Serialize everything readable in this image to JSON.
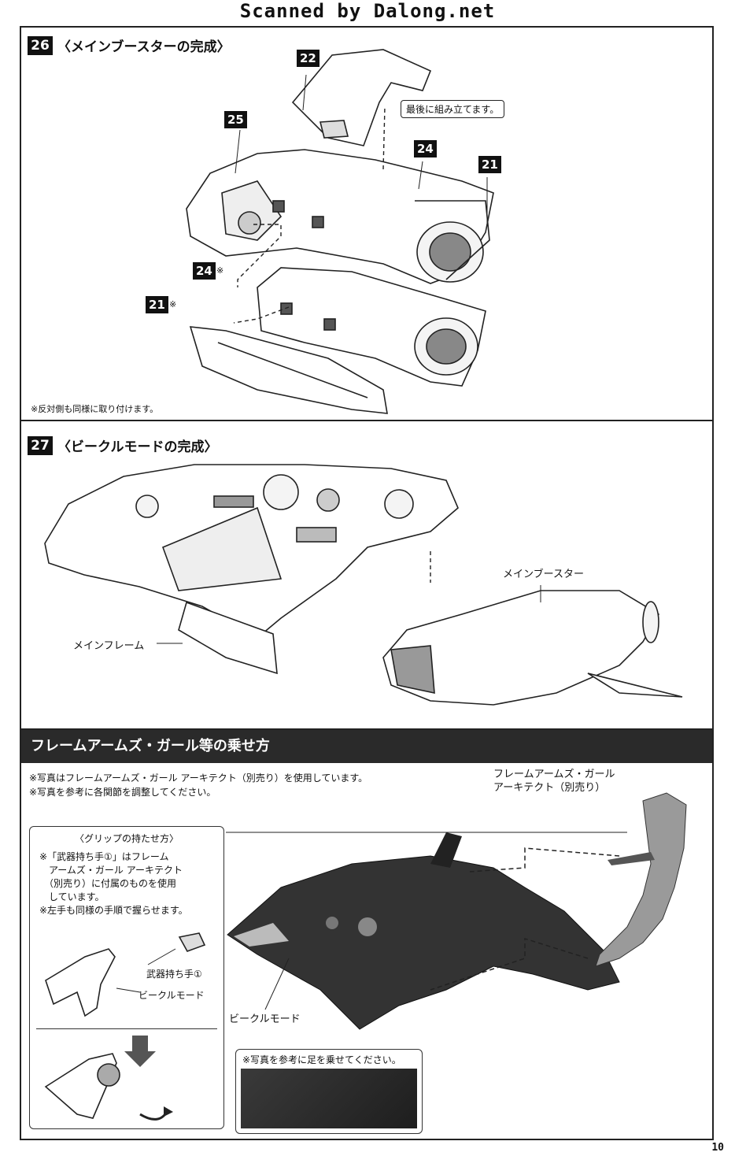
{
  "watermark": "Scanned by Dalong.net",
  "step26": {
    "number": "26",
    "title": "〈メインブースターの完成〉",
    "parts": [
      "22",
      "25",
      "24",
      "21",
      "24",
      "21"
    ],
    "callout": "最後に組み立てます。",
    "note": "※反対側も同様に取り付けます。",
    "star": "※"
  },
  "step27": {
    "number": "27",
    "title": "〈ビークルモードの完成〉",
    "label_booster": "メインブースター",
    "label_frame": "メインフレーム"
  },
  "section": {
    "title": "フレームアームズ・ガール等の乗せ方",
    "note1": "※写真はフレームアームズ・ガール アーキテクト（別売り）を使用しています。",
    "note2": "※写真を参考に各関節を調整してください。",
    "figure_label": "フレームアームズ・ガール\nアーキテクト（別売り）",
    "vehicle_label": "ビークルモード",
    "grip": {
      "title": "〈グリップの持たせ方〉",
      "notes": "※「武器持ち手①」はフレーム\n　アームズ・ガール アーキテクト\n　（別売り）に付属のものを使用\n　しています。\n※左手も同様の手順で握らせます。",
      "hand_label": "武器持ち手①",
      "vehicle_label": "ビークルモード"
    },
    "foot_caption": "※写真を参考に足を乗せてください。"
  },
  "page_number": "10"
}
